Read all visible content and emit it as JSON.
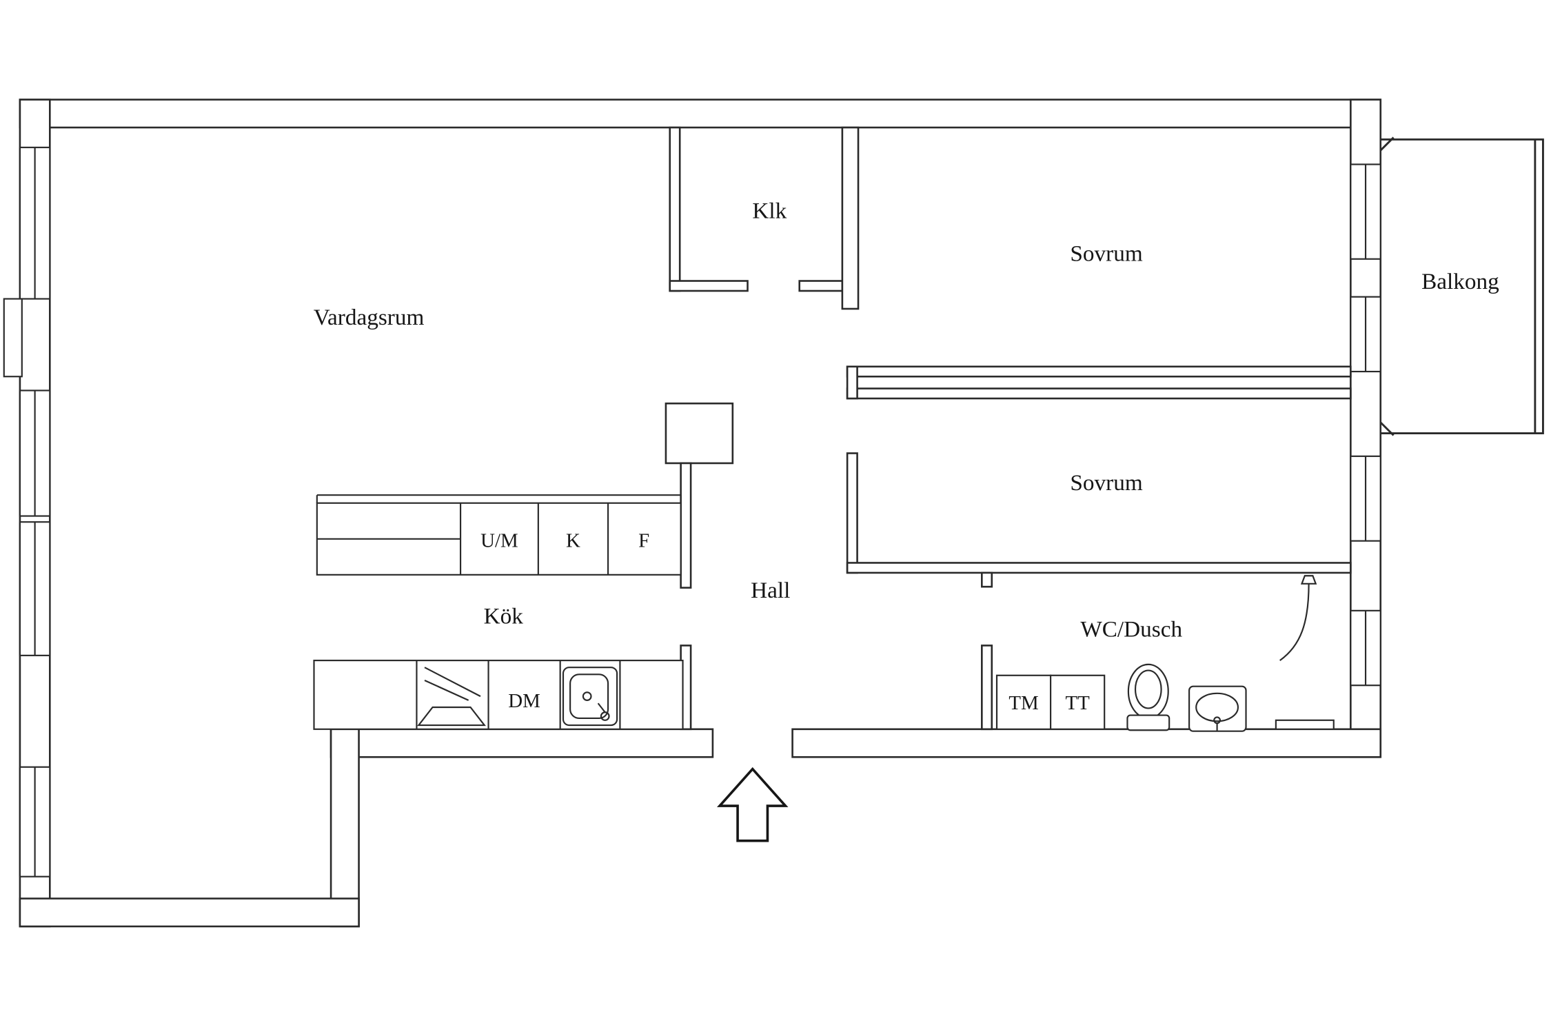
{
  "rooms": {
    "living_room": "Vardagsrum",
    "closet": "Klk",
    "bedroom_top": "Sovrum",
    "bedroom_middle": "Sovrum",
    "balcony": "Balkong",
    "hall": "Hall",
    "kitchen": "Kök",
    "bathroom": "WC/Dusch"
  },
  "appliances": {
    "oven_micro": "U/M",
    "fridge": "K",
    "freezer": "F",
    "dishwasher": "DM",
    "washer": "TM",
    "dryer": "TT"
  },
  "colors": {
    "wall_line": "#2a2a2a",
    "background": "#ffffff",
    "text": "#161616"
  }
}
